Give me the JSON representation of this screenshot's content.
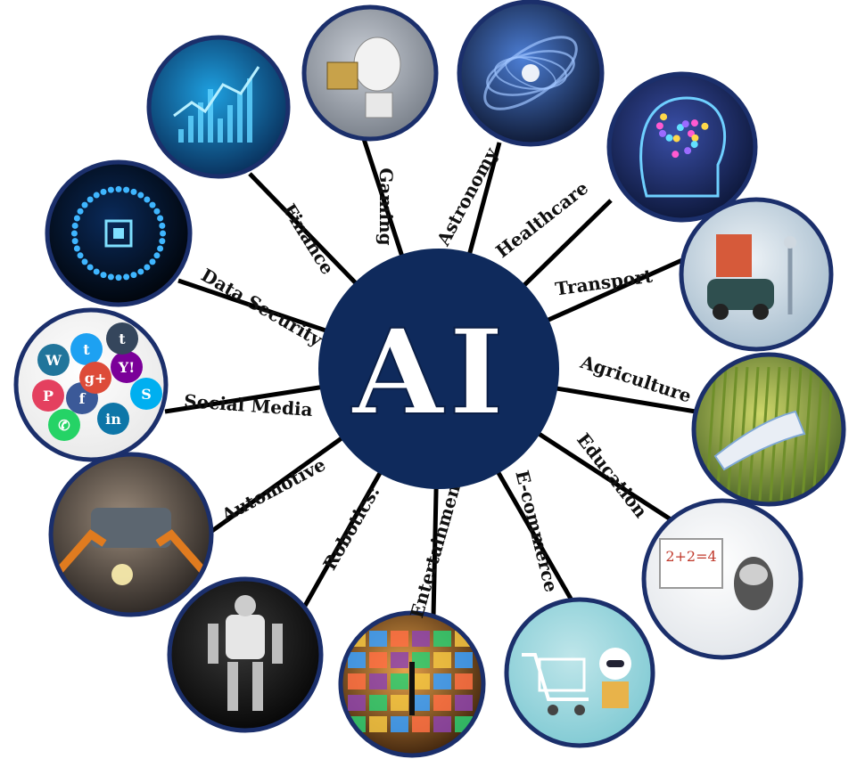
{
  "center": {
    "label": "AI"
  },
  "colors": {
    "center_fill": "#0f2a5c",
    "center_text": "#ffffff",
    "spoke": "#000000",
    "ring": "#1b2f6b",
    "label": "#111111"
  },
  "applications": [
    {
      "key": "gaming",
      "label": "Gaming",
      "icon": "humanoid-robot-with-cubes-icon",
      "bg": [
        "#c9ced6",
        "#6f7680"
      ]
    },
    {
      "key": "astronomy",
      "label": "Astronomy",
      "icon": "spiral-galaxy-icon",
      "bg": [
        "#4d7fd6",
        "#050a1c"
      ]
    },
    {
      "key": "healthcare",
      "label": "Healthcare",
      "icon": "brain-scan-head-icon",
      "bg": [
        "#3a4fa8",
        "#07102b"
      ]
    },
    {
      "key": "transport",
      "label": "Transport",
      "icon": "car-and-robot-icon",
      "bg": [
        "#eef3f7",
        "#9fb7c9"
      ]
    },
    {
      "key": "agriculture",
      "label": "Agriculture",
      "icon": "robot-hand-in-wheat-icon",
      "bg": [
        "#cfd86a",
        "#3e5a1f"
      ]
    },
    {
      "key": "education",
      "label": "Education",
      "icon": "robot-teacher-whiteboard-icon",
      "bg": [
        "#ffffff",
        "#dfe3e8"
      ]
    },
    {
      "key": "ecommerce",
      "label": "E-commerce",
      "icon": "shopping-cart-robot-icon",
      "bg": [
        "#bfe6ea",
        "#7ac7d1"
      ]
    },
    {
      "key": "entertainment",
      "label": "Entertainment",
      "icon": "video-wall-icon",
      "bg": [
        "#e8a24a",
        "#2a1405"
      ]
    },
    {
      "key": "robotics",
      "label": "Robotics:",
      "icon": "walking-robot-icon",
      "bg": [
        "#3a3a3a",
        "#000000"
      ]
    },
    {
      "key": "automotive",
      "label": "Automotive",
      "icon": "assembly-line-robot-arms-icon",
      "bg": [
        "#9a8a7a",
        "#1e1a18"
      ]
    },
    {
      "key": "social",
      "label": "Social Media",
      "icon": "social-media-logos-icon",
      "bg": [
        "#ffffff",
        "#e6e6e6"
      ]
    },
    {
      "key": "security",
      "label": "Data Security",
      "icon": "glowing-chip-icon",
      "bg": [
        "#0a2a5a",
        "#000000"
      ]
    },
    {
      "key": "finance",
      "label": "Finance",
      "icon": "stock-chart-hand-icon",
      "bg": [
        "#1ea0e0",
        "#06214a"
      ]
    }
  ]
}
